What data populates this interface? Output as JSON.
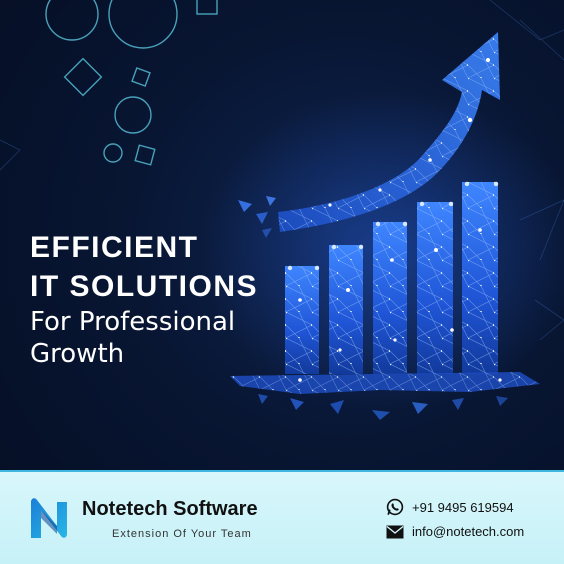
{
  "headline": {
    "line1": "EFFICIENT",
    "line2": "IT SOLUTIONS",
    "line3": "For Professional",
    "line4": "Growth"
  },
  "brand": {
    "name": "Notetech Software",
    "tagline": "Extension Of Your Team"
  },
  "contact": {
    "phone": "+91 9495 619594",
    "email": "info@notetech.com"
  },
  "icons": {
    "logo": "notetech-n-logo-icon",
    "phone": "whatsapp-icon",
    "email": "envelope-icon"
  },
  "colors": {
    "background": "#081633",
    "accent": "#3fb6e0",
    "footer": "#d2f5fa",
    "bars": "#2a6df4",
    "text_light": "#ffffff",
    "text_dark": "#111111"
  }
}
